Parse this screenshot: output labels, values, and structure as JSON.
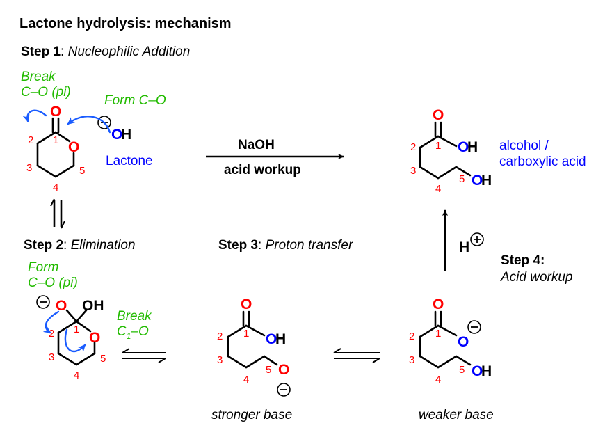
{
  "title": "Lactone hydrolysis: mechanism",
  "steps": {
    "step1": {
      "label": "Step 1",
      "sep": ": ",
      "name": "Nucleophilic Addition"
    },
    "step2": {
      "label": "Step 2",
      "sep": ": ",
      "name": "Elimination"
    },
    "step3": {
      "label": "Step 3",
      "sep": ": ",
      "name": "Proton transfer"
    },
    "step4": {
      "label": "Step 4:",
      "name": "Acid workup"
    }
  },
  "annotations": {
    "break_pi_1": "Break",
    "break_pi_2": "C–O (pi)",
    "form_co": "Form C–O",
    "form_pi_1": "Form",
    "form_pi_2": "C–O (pi)",
    "break_c1o_1": "Break",
    "break_c1o_2": "C",
    "break_c1o_sub": "1",
    "break_c1o_3": "–O"
  },
  "labels": {
    "lactone": "Lactone",
    "product_1": "alcohol /",
    "product_2": "carboxylic acid",
    "stronger_base": "stronger base",
    "weaker_base": "weaker base"
  },
  "reagents": {
    "base": "NaOH",
    "workup": "acid workup",
    "proton": "H"
  },
  "atoms": {
    "O": "O",
    "OH": "OH",
    "H": "H",
    "minus": "−",
    "plus": "+"
  },
  "carbon_numbers": [
    "1",
    "2",
    "3",
    "4",
    "5"
  ],
  "colors": {
    "oxygen": "#ff0000",
    "nucleophile": "#0000ff",
    "annotation": "#22bb00",
    "curly_arrow": "#1a5cff",
    "bond": "#000000"
  },
  "icons": [
    "minus-charge-icon",
    "plus-charge-icon",
    "curly-arrow-icon",
    "reaction-arrow-icon",
    "equilibrium-arrow-icon"
  ]
}
